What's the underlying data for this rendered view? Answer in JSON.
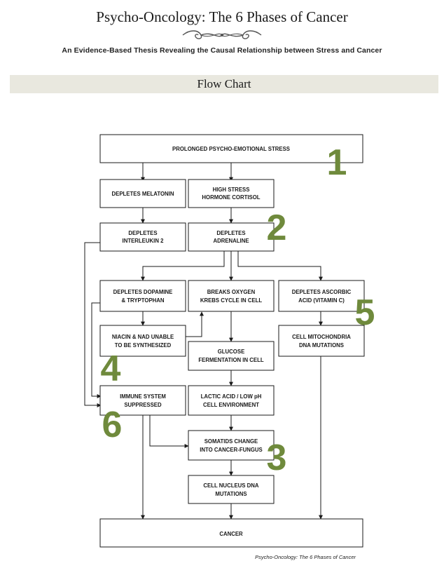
{
  "header": {
    "title": "Psycho-Oncology: The 6 Phases of Cancer",
    "subtitle": "An Evidence-Based Thesis Revealing the Causal Relationship between Stress and Cancer",
    "ornament_icon": "scroll-flourish-icon"
  },
  "section": {
    "title": "Flow Chart"
  },
  "nodes": {
    "stress": [
      "PROLONGED PSYCHO-EMOTIONAL STRESS"
    ],
    "melatonin": [
      "DEPLETES MELATONIN"
    ],
    "cortisol": [
      "HIGH STRESS",
      "HORMONE CORTISOL"
    ],
    "interleukin": [
      "DEPLETES",
      "INTERLEUKIN 2"
    ],
    "adrenaline": [
      "DEPLETES",
      "ADRENALINE"
    ],
    "dopamine": [
      "DEPLETES DOPAMINE",
      "& TRYPTOPHAN"
    ],
    "krebs": [
      "BREAKS OXYGEN",
      "KREBS CYCLE IN CELL"
    ],
    "ascorbic": [
      "DEPLETES ASCORBIC",
      "ACID (VITAMIN C)"
    ],
    "niacin": [
      "NIACIN & NAD UNABLE",
      "TO BE SYNTHESIZED"
    ],
    "glucose": [
      "GLUCOSE",
      "FERMENTATION IN CELL"
    ],
    "mitochondria": [
      "CELL MITOCHONDRIA",
      "DNA MUTATIONS"
    ],
    "immune": [
      "IMMUNE SYSTEM",
      "SUPPRESSED"
    ],
    "lactic": [
      "LACTIC ACID / LOW pH",
      "CELL ENVIRONMENT"
    ],
    "somatids": [
      "SOMATIDS CHANGE",
      "INTO CANCER-FUNGUS"
    ],
    "dna": [
      "CELL NUCLEUS DNA",
      "MUTATIONS"
    ],
    "cancer": [
      "CANCER"
    ]
  },
  "phases": [
    "1",
    "2",
    "3",
    "4",
    "5",
    "6"
  ],
  "colors": {
    "phase_number": "#6f8a3c",
    "banner": "#e9e8df",
    "line": "#1a1a1a"
  },
  "footer": {
    "text": "Psycho-Oncology: The 6 Phases of Cancer"
  }
}
